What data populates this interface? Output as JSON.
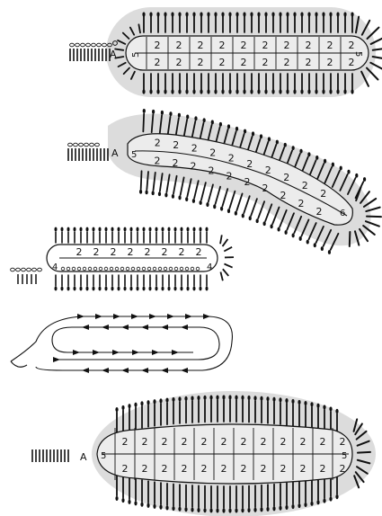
{
  "charts": [
    {
      "id": "chart-1",
      "start_label": "A",
      "end_number": "5",
      "start_number": "5",
      "upper_row": [
        "2",
        "2",
        "2",
        "2",
        "2",
        "2",
        "2",
        "2",
        "2",
        "2"
      ],
      "lower_row": [
        "2",
        "2",
        "2",
        "2",
        "2",
        "2",
        "2",
        "2",
        "2",
        "2"
      ]
    },
    {
      "id": "chart-2",
      "start_label": "A",
      "start_number": "5",
      "end_number": "6",
      "upper_row": [
        "2",
        "2",
        "2",
        "2",
        "2",
        "2",
        "2",
        "2",
        "2",
        "2"
      ],
      "lower_row": [
        "2",
        "2",
        "2",
        "2",
        "2",
        "2",
        "2",
        "2",
        "2",
        "2"
      ]
    },
    {
      "id": "chart-3",
      "start_number": "4",
      "end_number": "4",
      "upper_row": [
        "2",
        "2",
        "2",
        "2",
        "2",
        "2",
        "2",
        "2"
      ]
    },
    {
      "id": "chart-4",
      "description": ""
    },
    {
      "id": "chart-5",
      "start_label": "A",
      "start_number": "5",
      "end_number": "5",
      "upper_row": [
        "2",
        "2",
        "2",
        "2",
        "2",
        "2",
        "2",
        "2",
        "2",
        "2",
        "2",
        "2"
      ],
      "lower_row": [
        "2",
        "2",
        "2",
        "2",
        "2",
        "2",
        "2",
        "2",
        "2",
        "2",
        "2",
        "2"
      ]
    }
  ]
}
